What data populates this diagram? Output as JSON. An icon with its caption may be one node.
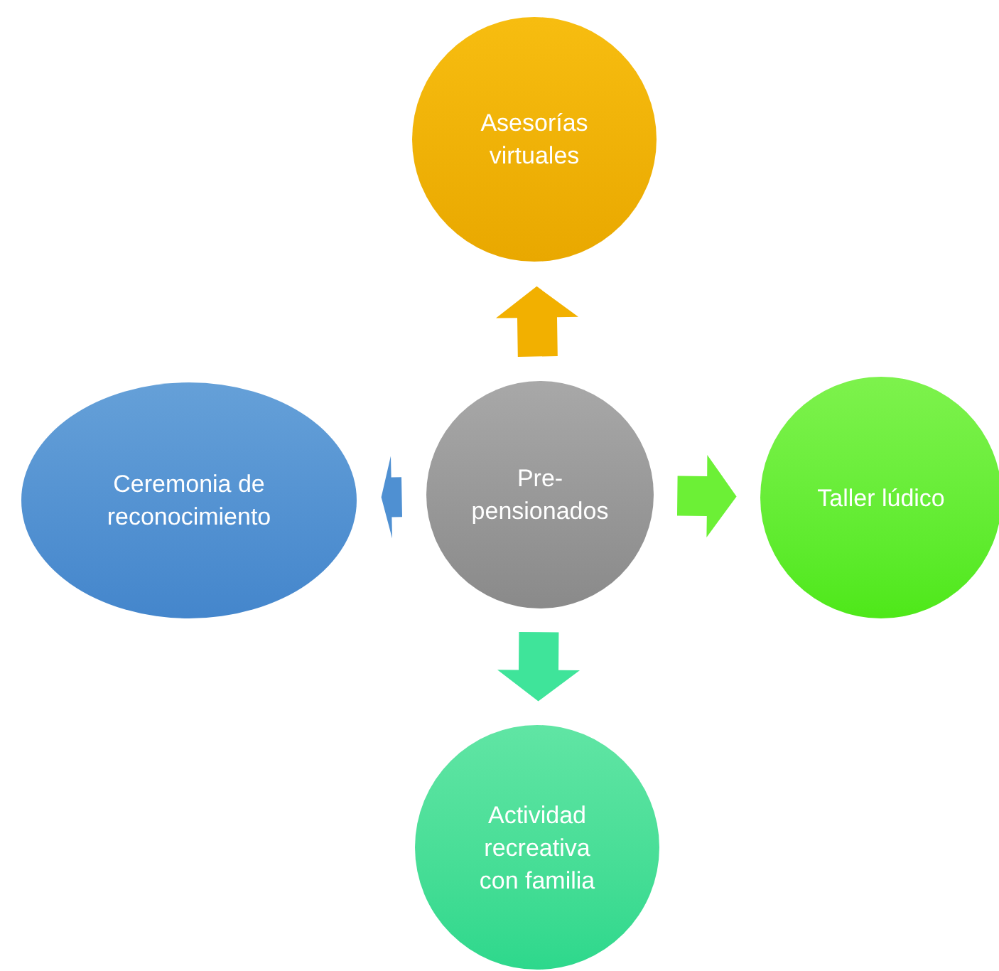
{
  "diagram": {
    "nodes": [
      {
        "text": [
          "Pre- pensionados"
        ]
      },
      {
        "text": [
          "Asesorías virtuales"
        ]
      },
      {
        "text": [
          "Taller lúdico"
        ]
      },
      {
        "text": [
          "Actividad recreativa con familia"
        ]
      },
      {
        "text": [
          "Ceremonia de reconocimiento"
        ]
      }
    ],
    "edges": [
      {
        "from": 0,
        "to": 1,
        "arrow": "to",
        "color": "#f2b000"
      },
      {
        "from": 0,
        "to": 2,
        "arrow": "to",
        "color": "#6cf036"
      },
      {
        "from": 0,
        "to": 3,
        "arrow": "to",
        "color": "#3fe49a"
      },
      {
        "from": 0,
        "to": 4,
        "arrow": "to",
        "color": "#4f90d2"
      }
    ]
  }
}
